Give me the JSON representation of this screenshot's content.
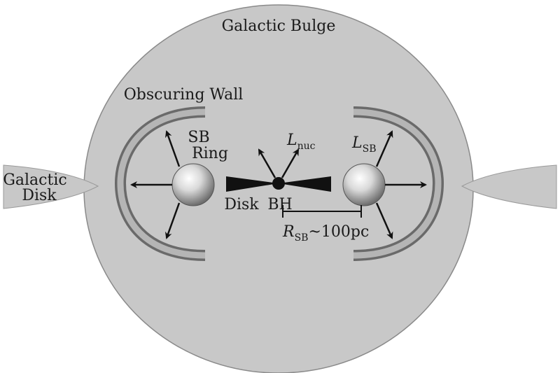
{
  "labels": {
    "bulge": "Galactic Bulge",
    "galactic_disk_line1": "Galactic",
    "galactic_disk_line2": "Disk",
    "obscuring_wall": "Obscuring Wall",
    "sb_ring_line1": "SB",
    "sb_ring_line2": "Ring",
    "disk": "Disk",
    "bh": "BH",
    "l_nuc_main": "L",
    "l_nuc_sub": "nuc",
    "l_sb_main": "L",
    "l_sb_sub": "SB",
    "r_sb_main": "R",
    "r_sb_sub": "SB",
    "r_sb_value": "~100pc"
  },
  "colors": {
    "bulge_fill": "#c8c8c8",
    "bulge_stroke": "#8a8a8a",
    "wall": "#9a9a9a",
    "wall_edge": "#6a6a6a",
    "ink": "#111111",
    "galactic_disk_fill": "#c8c8c8"
  }
}
